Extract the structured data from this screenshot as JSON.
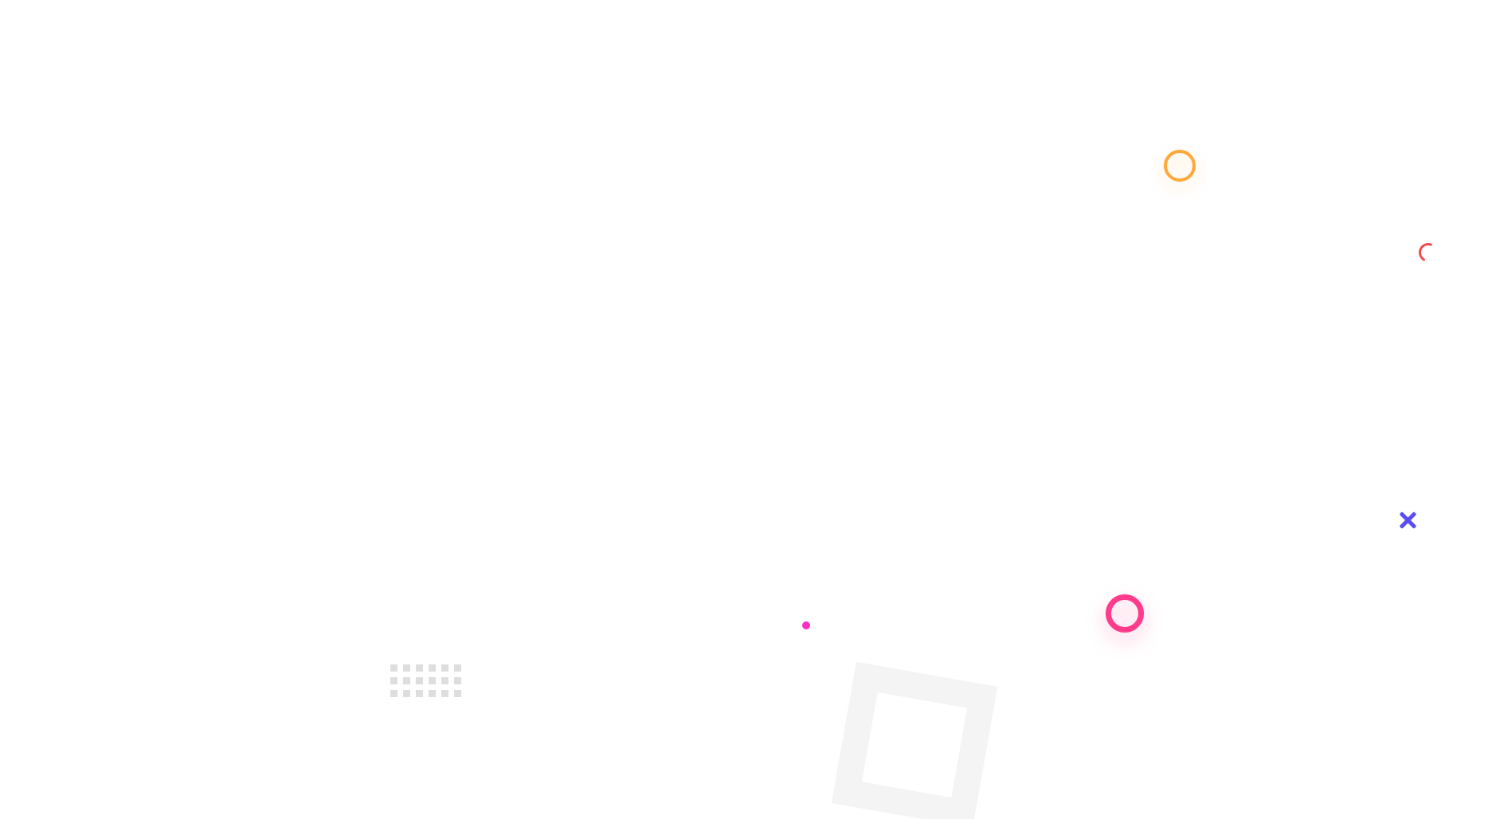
{
  "colors": {
    "background": "#ffffff",
    "ring_orange": "#ffa737",
    "ring_pink": "#ff3c8c",
    "arc_red": "#f24a4a",
    "cross_purple": "#5b4df0",
    "dot_magenta": "#ff2fbf",
    "dot_grid": "#dedede",
    "square_outline": "#f4f4f4"
  },
  "shapes": [
    {
      "name": "orange-ring",
      "kind": "ring"
    },
    {
      "name": "red-arc",
      "kind": "arc"
    },
    {
      "name": "purple-cross-icon",
      "kind": "cross"
    },
    {
      "name": "pink-ring",
      "kind": "ring"
    },
    {
      "name": "magenta-dot",
      "kind": "dot"
    },
    {
      "name": "gray-dot-grid",
      "kind": "dot-grid"
    },
    {
      "name": "gray-square-outline",
      "kind": "square"
    }
  ]
}
